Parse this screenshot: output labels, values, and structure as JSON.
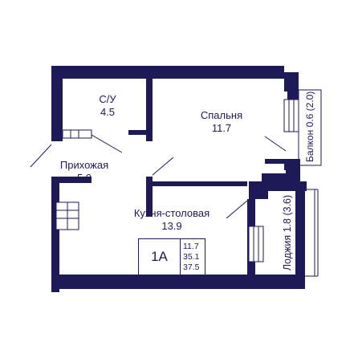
{
  "colors": {
    "wall": "#1d1a57",
    "background": "#ffffff"
  },
  "rooms": {
    "bathroom": {
      "name": "С/У",
      "area": "4.5"
    },
    "bedroom": {
      "name": "Спальня",
      "area": "11.7"
    },
    "hallway": {
      "name": "Прихожая",
      "area": "5.0"
    },
    "kitchen": {
      "name": "Кухня-столовая",
      "area": "13.9"
    },
    "balcony": {
      "label": "Балкон 0.6 (2.0)"
    },
    "loggia": {
      "label": "Лоджия 1.8 (3.6)"
    }
  },
  "info": {
    "type": "1А",
    "areas": [
      "11.7",
      "35.1",
      "37.5"
    ]
  }
}
